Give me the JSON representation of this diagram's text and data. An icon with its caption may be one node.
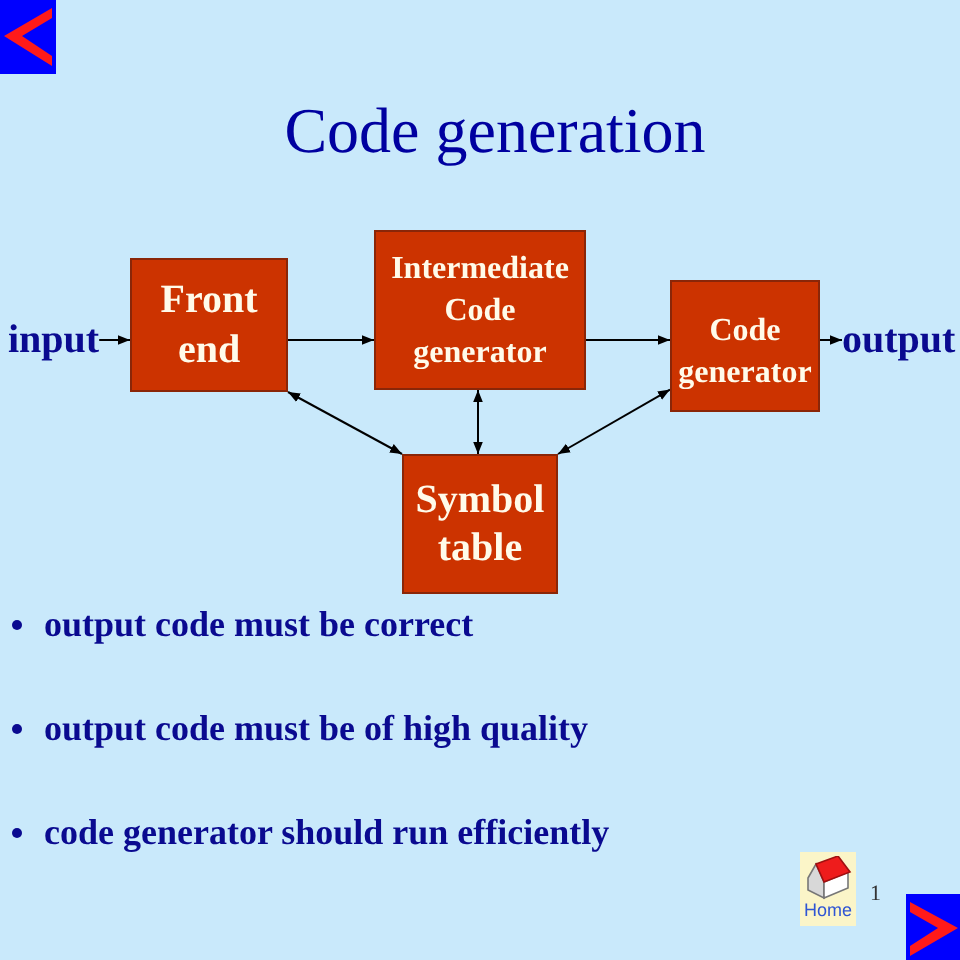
{
  "diagram": {
    "title": "Code generation",
    "nodes": [
      {
        "text": [
          "input"
        ]
      },
      {
        "text": [
          "Front end"
        ]
      },
      {
        "text": [
          "Intermediate Code generator"
        ]
      },
      {
        "text": [
          "Code generator"
        ]
      },
      {
        "text": [
          "output"
        ]
      },
      {
        "text": [
          "Symbol table"
        ]
      }
    ],
    "edges": [
      {
        "from": 0,
        "to": 1,
        "arrow": "to"
      },
      {
        "from": 1,
        "to": 2,
        "arrow": "to"
      },
      {
        "from": 2,
        "to": 3,
        "arrow": "to"
      },
      {
        "from": 3,
        "to": 4,
        "arrow": "to"
      },
      {
        "from": 1,
        "to": 5,
        "arrow": "both"
      },
      {
        "from": 2,
        "to": 5,
        "arrow": "both"
      },
      {
        "from": 3,
        "to": 5,
        "arrow": "both"
      }
    ],
    "labels": [
      "output code must be correct",
      "output code must be of high quality",
      "code generator should run efficiently",
      "Home",
      "1"
    ]
  }
}
